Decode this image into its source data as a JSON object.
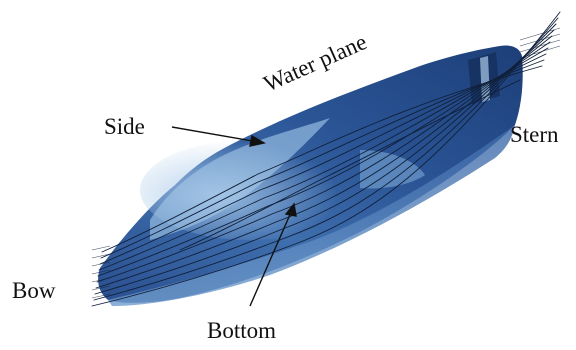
{
  "labels": {
    "water_plane": "Water plane",
    "side": "Side",
    "stern": "Stern",
    "bow": "Bow",
    "bottom": "Bottom"
  },
  "colors": {
    "hull_light": "#8fb6dc",
    "hull_mid": "#3f6fae",
    "hull_dark": "#1d3f79",
    "streamline": "#10203a",
    "text": "#111111"
  }
}
